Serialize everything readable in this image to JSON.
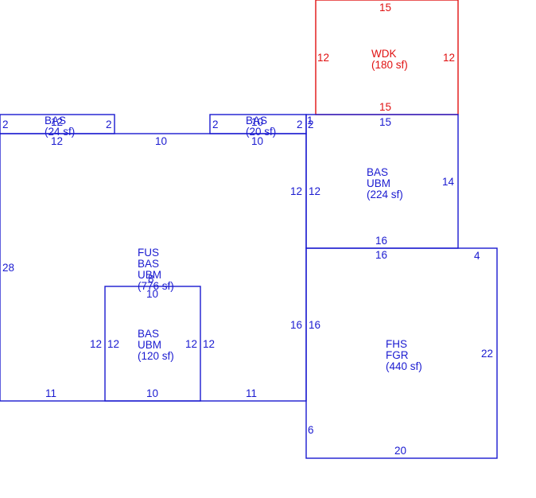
{
  "colors": {
    "structure": "#1a1ad0",
    "deck": "#e01010",
    "background": "#ffffff"
  },
  "areas": {
    "wdk": {
      "code": "WDK",
      "area": "(180 sf)"
    },
    "bas_small_left": {
      "code": "BAS",
      "area": "(24 sf)"
    },
    "bas_small_right": {
      "code": "BAS",
      "area": "(20 sf)"
    },
    "bas_ubm_upper": {
      "code1": "BAS",
      "code2": "UBM",
      "area": "(224 sf)"
    },
    "fus_bas_ubm": {
      "code1": "FUS",
      "code2": "BAS",
      "code3": "UBM",
      "area": "(776 sf)"
    },
    "bas_ubm_inner": {
      "code1": "BAS",
      "code2": "UBM",
      "area": "(120 sf)"
    },
    "fhs_fgr": {
      "code1": "FHS",
      "code2": "FGR",
      "area": "(440 sf)"
    }
  },
  "dimensions": {
    "wdk_top": "15",
    "wdk_left": "12",
    "wdk_right": "12",
    "wdk_bottom": "15",
    "upper_top": "15",
    "upper_right": "14",
    "upper_left_outer": "12",
    "upper_left_inner": "12",
    "upper_bottom": "16",
    "bump_left_left": "2",
    "bump_left_right": "2",
    "bump_left_top": "12",
    "bump_left_bottom": "12",
    "bump_right_left": "2",
    "bump_right_right": "2",
    "bump_right_top": "10",
    "bump_right_bottom": "10",
    "bump_right_corner": "2",
    "main_top": "10",
    "main_left": "28",
    "main_bottom_left": "11",
    "main_bottom_right": "11",
    "main_right": "16",
    "inner_top": "10",
    "inner_left_outer": "12",
    "inner_left_inner": "12",
    "inner_right_inner": "12",
    "inner_right_outer": "12",
    "inner_bottom": "10",
    "garage_top": "16",
    "garage_left": "16",
    "garage_top_right": "4",
    "garage_right": "22",
    "garage_left_low": "6",
    "garage_bottom": "20",
    "overlap_label": "8",
    "stray_label": "1"
  }
}
